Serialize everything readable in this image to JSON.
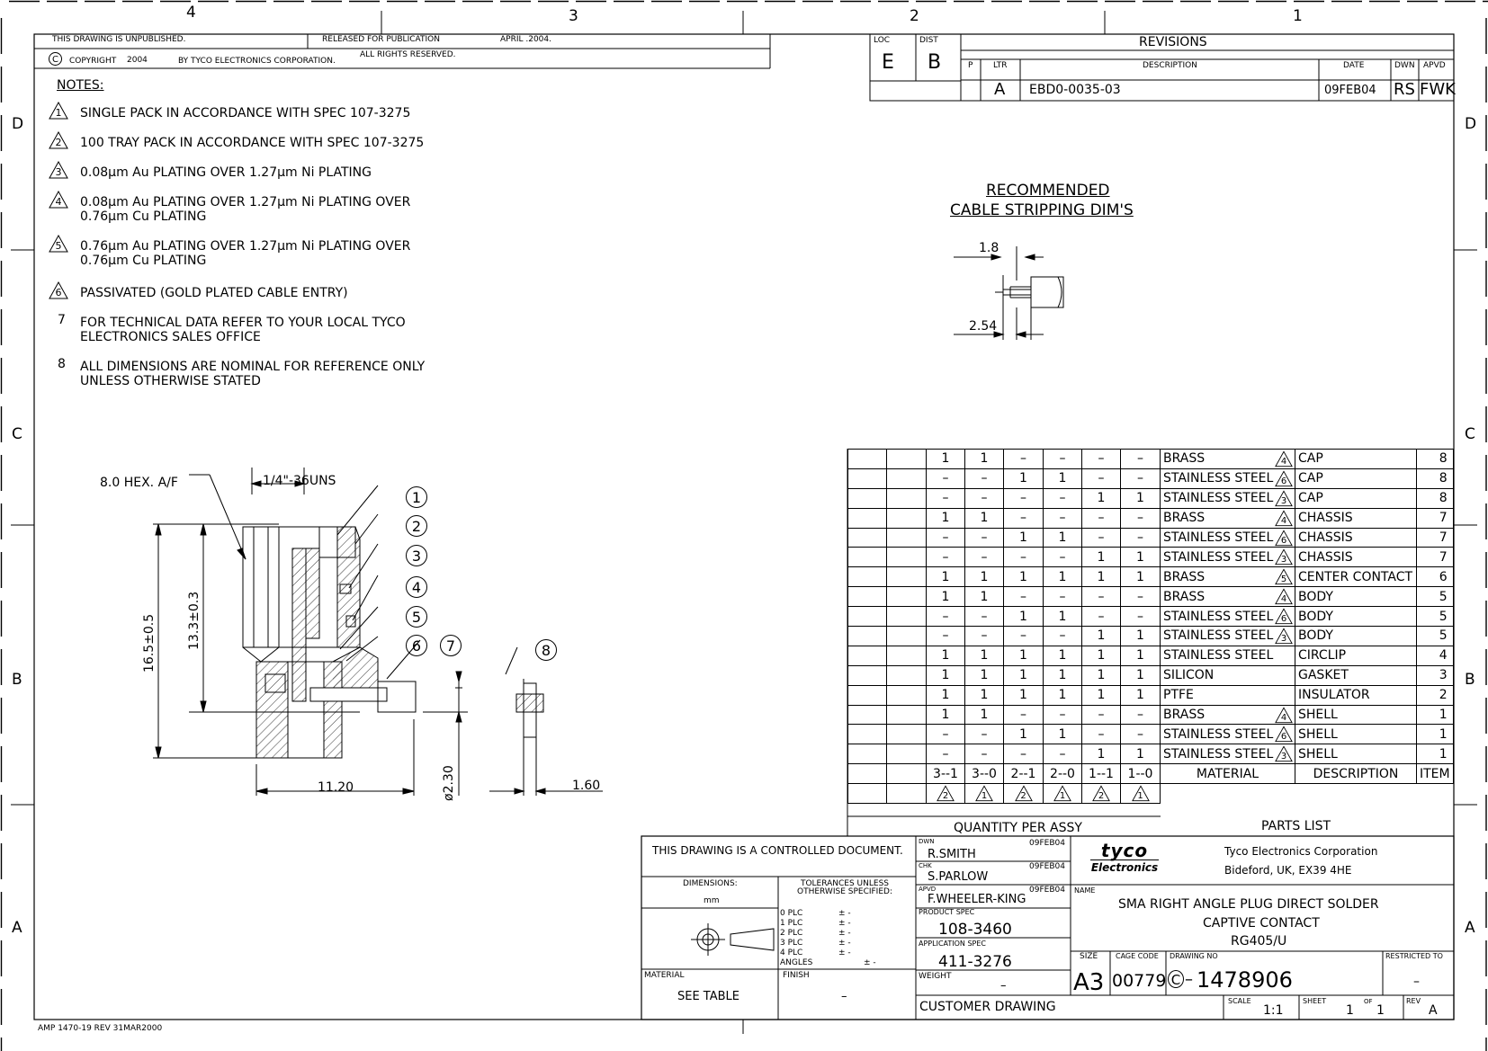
{
  "zones": {
    "top": [
      "4",
      "3",
      "2",
      "1"
    ],
    "left": [
      "D",
      "C",
      "B",
      "A"
    ]
  },
  "release": {
    "unpublished": "THIS DRAWING IS UNPUBLISHED.",
    "released": "RELEASED FOR PUBLICATION",
    "release_date": "APRIL .2004.",
    "copyright_symbol": "C",
    "copyright": "COPYRIGHT",
    "year": "2004",
    "by": "BY TYCO ELECTRONICS CORPORATION.",
    "rights": "ALL RIGHTS RESERVED."
  },
  "revisions": {
    "loc_label": "LOC",
    "loc_value": "E",
    "dist_label": "DIST",
    "dist_value": "B",
    "title": "REVISIONS",
    "headers": {
      "p": "P",
      "ltr": "LTR",
      "description": "DESCRIPTION",
      "date": "DATE",
      "dwn": "DWN",
      "apvd": "APVD"
    },
    "row": {
      "ltr": "A",
      "description": "EBD0-0035-03",
      "date": "09FEB04",
      "dwn": "RS",
      "apvd": "FWK"
    }
  },
  "notes": {
    "title": "NOTES:",
    "items": [
      {
        "mark": "1",
        "line1": "SINGLE PACK IN ACCORDANCE WITH SPEC 107-3275",
        "line2": ""
      },
      {
        "mark": "2",
        "line1": "100 TRAY PACK IN ACCORDANCE WITH SPEC 107-3275",
        "line2": ""
      },
      {
        "mark": "3",
        "line1": "0.08µm Au PLATING OVER 1.27µm Ni PLATING",
        "line2": ""
      },
      {
        "mark": "4",
        "line1": "0.08µm Au PLATING OVER 1.27µm Ni PLATING OVER",
        "line2": "0.76µm Cu PLATING"
      },
      {
        "mark": "5",
        "line1": "0.76µm Au PLATING OVER 1.27µm Ni PLATING OVER",
        "line2": "0.76µm Cu PLATING"
      },
      {
        "mark": "6",
        "line1": "PASSIVATED (GOLD PLATED CABLE ENTRY)",
        "line2": ""
      },
      {
        "mark": "7",
        "line1": "FOR TECHNICAL DATA REFER TO YOUR LOCAL TYCO",
        "line2": "ELECTRONICS SALES OFFICE"
      },
      {
        "mark": "8",
        "line1": "ALL DIMENSIONS ARE NOMINAL FOR REFERENCE ONLY",
        "line2": "UNLESS OTHERWISE STATED"
      }
    ]
  },
  "stripping": {
    "title1": "RECOMMENDED",
    "title2": "CABLE STRIPPING DIM'S",
    "dim1": "1.8",
    "dim2": "2.54"
  },
  "connector": {
    "hex": "8.0 HEX. A/F",
    "thread": "1/4\"-36UNS",
    "height_outer": "16.5±0.5",
    "height_inner": "13.3±0.3",
    "width": "11.20",
    "diameter": "ø2.30",
    "thickness": "1.60",
    "balloons": [
      "1",
      "2",
      "3",
      "4",
      "5",
      "6",
      "7",
      "8"
    ]
  },
  "parts_list": {
    "rows": [
      {
        "q": [
          "1",
          "1",
          "–",
          "–",
          "–",
          "–"
        ],
        "material": "BRASS",
        "mark": "4",
        "description": "CAP",
        "item": "8"
      },
      {
        "q": [
          "–",
          "–",
          "1",
          "1",
          "–",
          "–"
        ],
        "material": "STAINLESS STEEL",
        "mark": "6",
        "description": "CAP",
        "item": "8"
      },
      {
        "q": [
          "–",
          "–",
          "–",
          "–",
          "1",
          "1"
        ],
        "material": "STAINLESS STEEL",
        "mark": "3",
        "description": "CAP",
        "item": "8"
      },
      {
        "q": [
          "1",
          "1",
          "–",
          "–",
          "–",
          "–"
        ],
        "material": "BRASS",
        "mark": "4",
        "description": "CHASSIS",
        "item": "7"
      },
      {
        "q": [
          "–",
          "–",
          "1",
          "1",
          "–",
          "–"
        ],
        "material": "STAINLESS STEEL",
        "mark": "6",
        "description": "CHASSIS",
        "item": "7"
      },
      {
        "q": [
          "–",
          "–",
          "–",
          "–",
          "1",
          "1"
        ],
        "material": "STAINLESS STEEL",
        "mark": "3",
        "description": "CHASSIS",
        "item": "7"
      },
      {
        "q": [
          "1",
          "1",
          "1",
          "1",
          "1",
          "1"
        ],
        "material": "BRASS",
        "mark": "5",
        "description": "CENTER CONTACT",
        "item": "6"
      },
      {
        "q": [
          "1",
          "1",
          "–",
          "–",
          "–",
          "–"
        ],
        "material": "BRASS",
        "mark": "4",
        "description": "BODY",
        "item": "5"
      },
      {
        "q": [
          "–",
          "–",
          "1",
          "1",
          "–",
          "–"
        ],
        "material": "STAINLESS STEEL",
        "mark": "6",
        "description": "BODY",
        "item": "5"
      },
      {
        "q": [
          "–",
          "–",
          "–",
          "–",
          "1",
          "1"
        ],
        "material": "STAINLESS STEEL",
        "mark": "3",
        "description": "BODY",
        "item": "5"
      },
      {
        "q": [
          "1",
          "1",
          "1",
          "1",
          "1",
          "1"
        ],
        "material": "STAINLESS STEEL",
        "mark": "",
        "description": "CIRCLIP",
        "item": "4"
      },
      {
        "q": [
          "1",
          "1",
          "1",
          "1",
          "1",
          "1"
        ],
        "material": "SILICON",
        "mark": "",
        "description": "GASKET",
        "item": "3"
      },
      {
        "q": [
          "1",
          "1",
          "1",
          "1",
          "1",
          "1"
        ],
        "material": "PTFE",
        "mark": "",
        "description": "INSULATOR",
        "item": "2"
      },
      {
        "q": [
          "1",
          "1",
          "–",
          "–",
          "–",
          "–"
        ],
        "material": "BRASS",
        "mark": "4",
        "description": "SHELL",
        "item": "1"
      },
      {
        "q": [
          "–",
          "–",
          "1",
          "1",
          "–",
          "–"
        ],
        "material": "STAINLESS STEEL",
        "mark": "6",
        "description": "SHELL",
        "item": "1"
      },
      {
        "q": [
          "–",
          "–",
          "–",
          "–",
          "1",
          "1"
        ],
        "material": "STAINLESS STEEL",
        "mark": "3",
        "description": "SHELL",
        "item": "1"
      }
    ],
    "variants": [
      "3--1",
      "3--0",
      "2--1",
      "2--0",
      "1--1",
      "1--0"
    ],
    "variant_marks": [
      "2",
      "1",
      "2",
      "1",
      "2",
      "1"
    ],
    "material_header": "MATERIAL",
    "description_header": "DESCRIPTION",
    "item_header": "ITEM",
    "qty_label": "QUANTITY PER ASSY",
    "parts_list_label": "PARTS LIST"
  },
  "title_block": {
    "controlled": "THIS DRAWING IS A CONTROLLED DOCUMENT.",
    "dimensions_label": "DIMENSIONS:",
    "dimensions_unit": "mm",
    "tolerances": "TOLERANCES UNLESS\nOTHERWISE SPECIFIED:",
    "tol_rows": [
      "0 PLC",
      "1 PLC",
      "2 PLC",
      "3 PLC",
      "4 PLC"
    ],
    "tol_value": "± -",
    "angles_label": "ANGLES",
    "angles_value": "± -",
    "material_label": "MATERIAL",
    "material_value": "SEE TABLE",
    "finish_label": "FINISH",
    "finish_value": "–",
    "dwn_label": "DWN",
    "dwn_name": "R.SMITH",
    "dwn_date": "09FEB04",
    "chk_label": "CHK",
    "chk_name": "S.PARLOW",
    "chk_date": "09FEB04",
    "apvd_label": "APVD",
    "apvd_name": "F.WHEELER-KING",
    "apvd_date": "09FEB04",
    "product_spec_label": "PRODUCT SPEC",
    "product_spec": "108-3460",
    "application_spec_label": "APPLICATION SPEC",
    "application_spec": "411-3276",
    "weight_label": "WEIGHT",
    "weight_value": "–",
    "customer_drawing": "CUSTOMER DRAWING",
    "logo_1": "tyco",
    "logo_2": "Electronics",
    "company": "Tyco Electronics Corporation",
    "address": "Bideford, UK, EX39 4HE",
    "name_label": "NAME",
    "name_line1": "SMA RIGHT ANGLE PLUG DIRECT SOLDER",
    "name_line2": "CAPTIVE CONTACT",
    "name_line3": "RG405/U",
    "size_label": "SIZE",
    "size_value": "A3",
    "cage_label": "CAGE CODE",
    "cage_value": "00779",
    "dwg_label": "DRAWING NO",
    "dwg_prefix": "C",
    "dwg_value": "1478906",
    "restricted_label": "RESTRICTED TO",
    "restricted_value": "–",
    "scale_label": "SCALE",
    "scale_value": "1:1",
    "sheet_label": "SHEET",
    "sheet_value": "1",
    "of_label": "OF",
    "of_value": "1",
    "rev_label": "REV",
    "rev_value": "A"
  },
  "form_no": "AMP 1470-19 REV 31MAR2000"
}
